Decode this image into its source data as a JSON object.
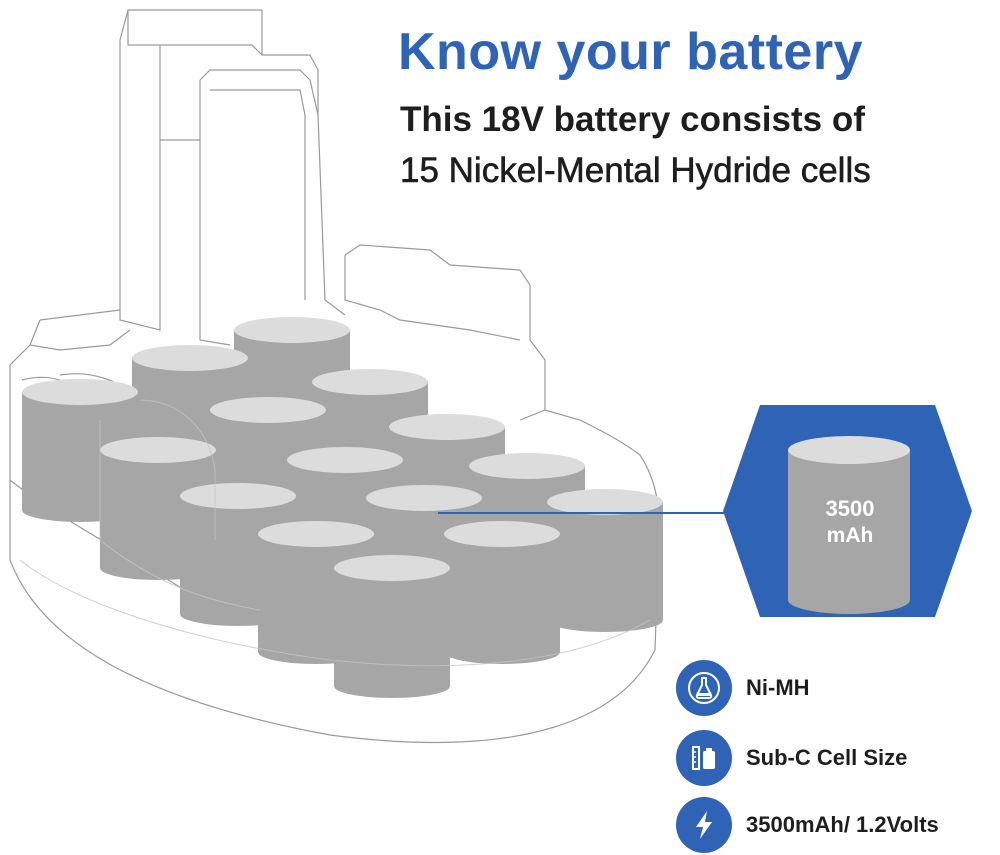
{
  "header": {
    "title": "Know your battery",
    "line1": "This 18V battery consists of",
    "line2": "15 Nickel-Mental Hydride cells"
  },
  "callout": {
    "capacity_value": "3500",
    "capacity_unit": "mAh"
  },
  "features": [
    {
      "icon": "flask-icon",
      "label": "Ni-MH"
    },
    {
      "icon": "cell-size-icon",
      "label": "Sub-C Cell Size"
    },
    {
      "icon": "lightning-icon",
      "label": "3500mAh/ 1.2Volts"
    }
  ],
  "colors": {
    "accent": "#2f63b6",
    "cell_body": "#a6a6a6",
    "cell_top": "#dcdcdc",
    "text": "#1e1e1e"
  }
}
